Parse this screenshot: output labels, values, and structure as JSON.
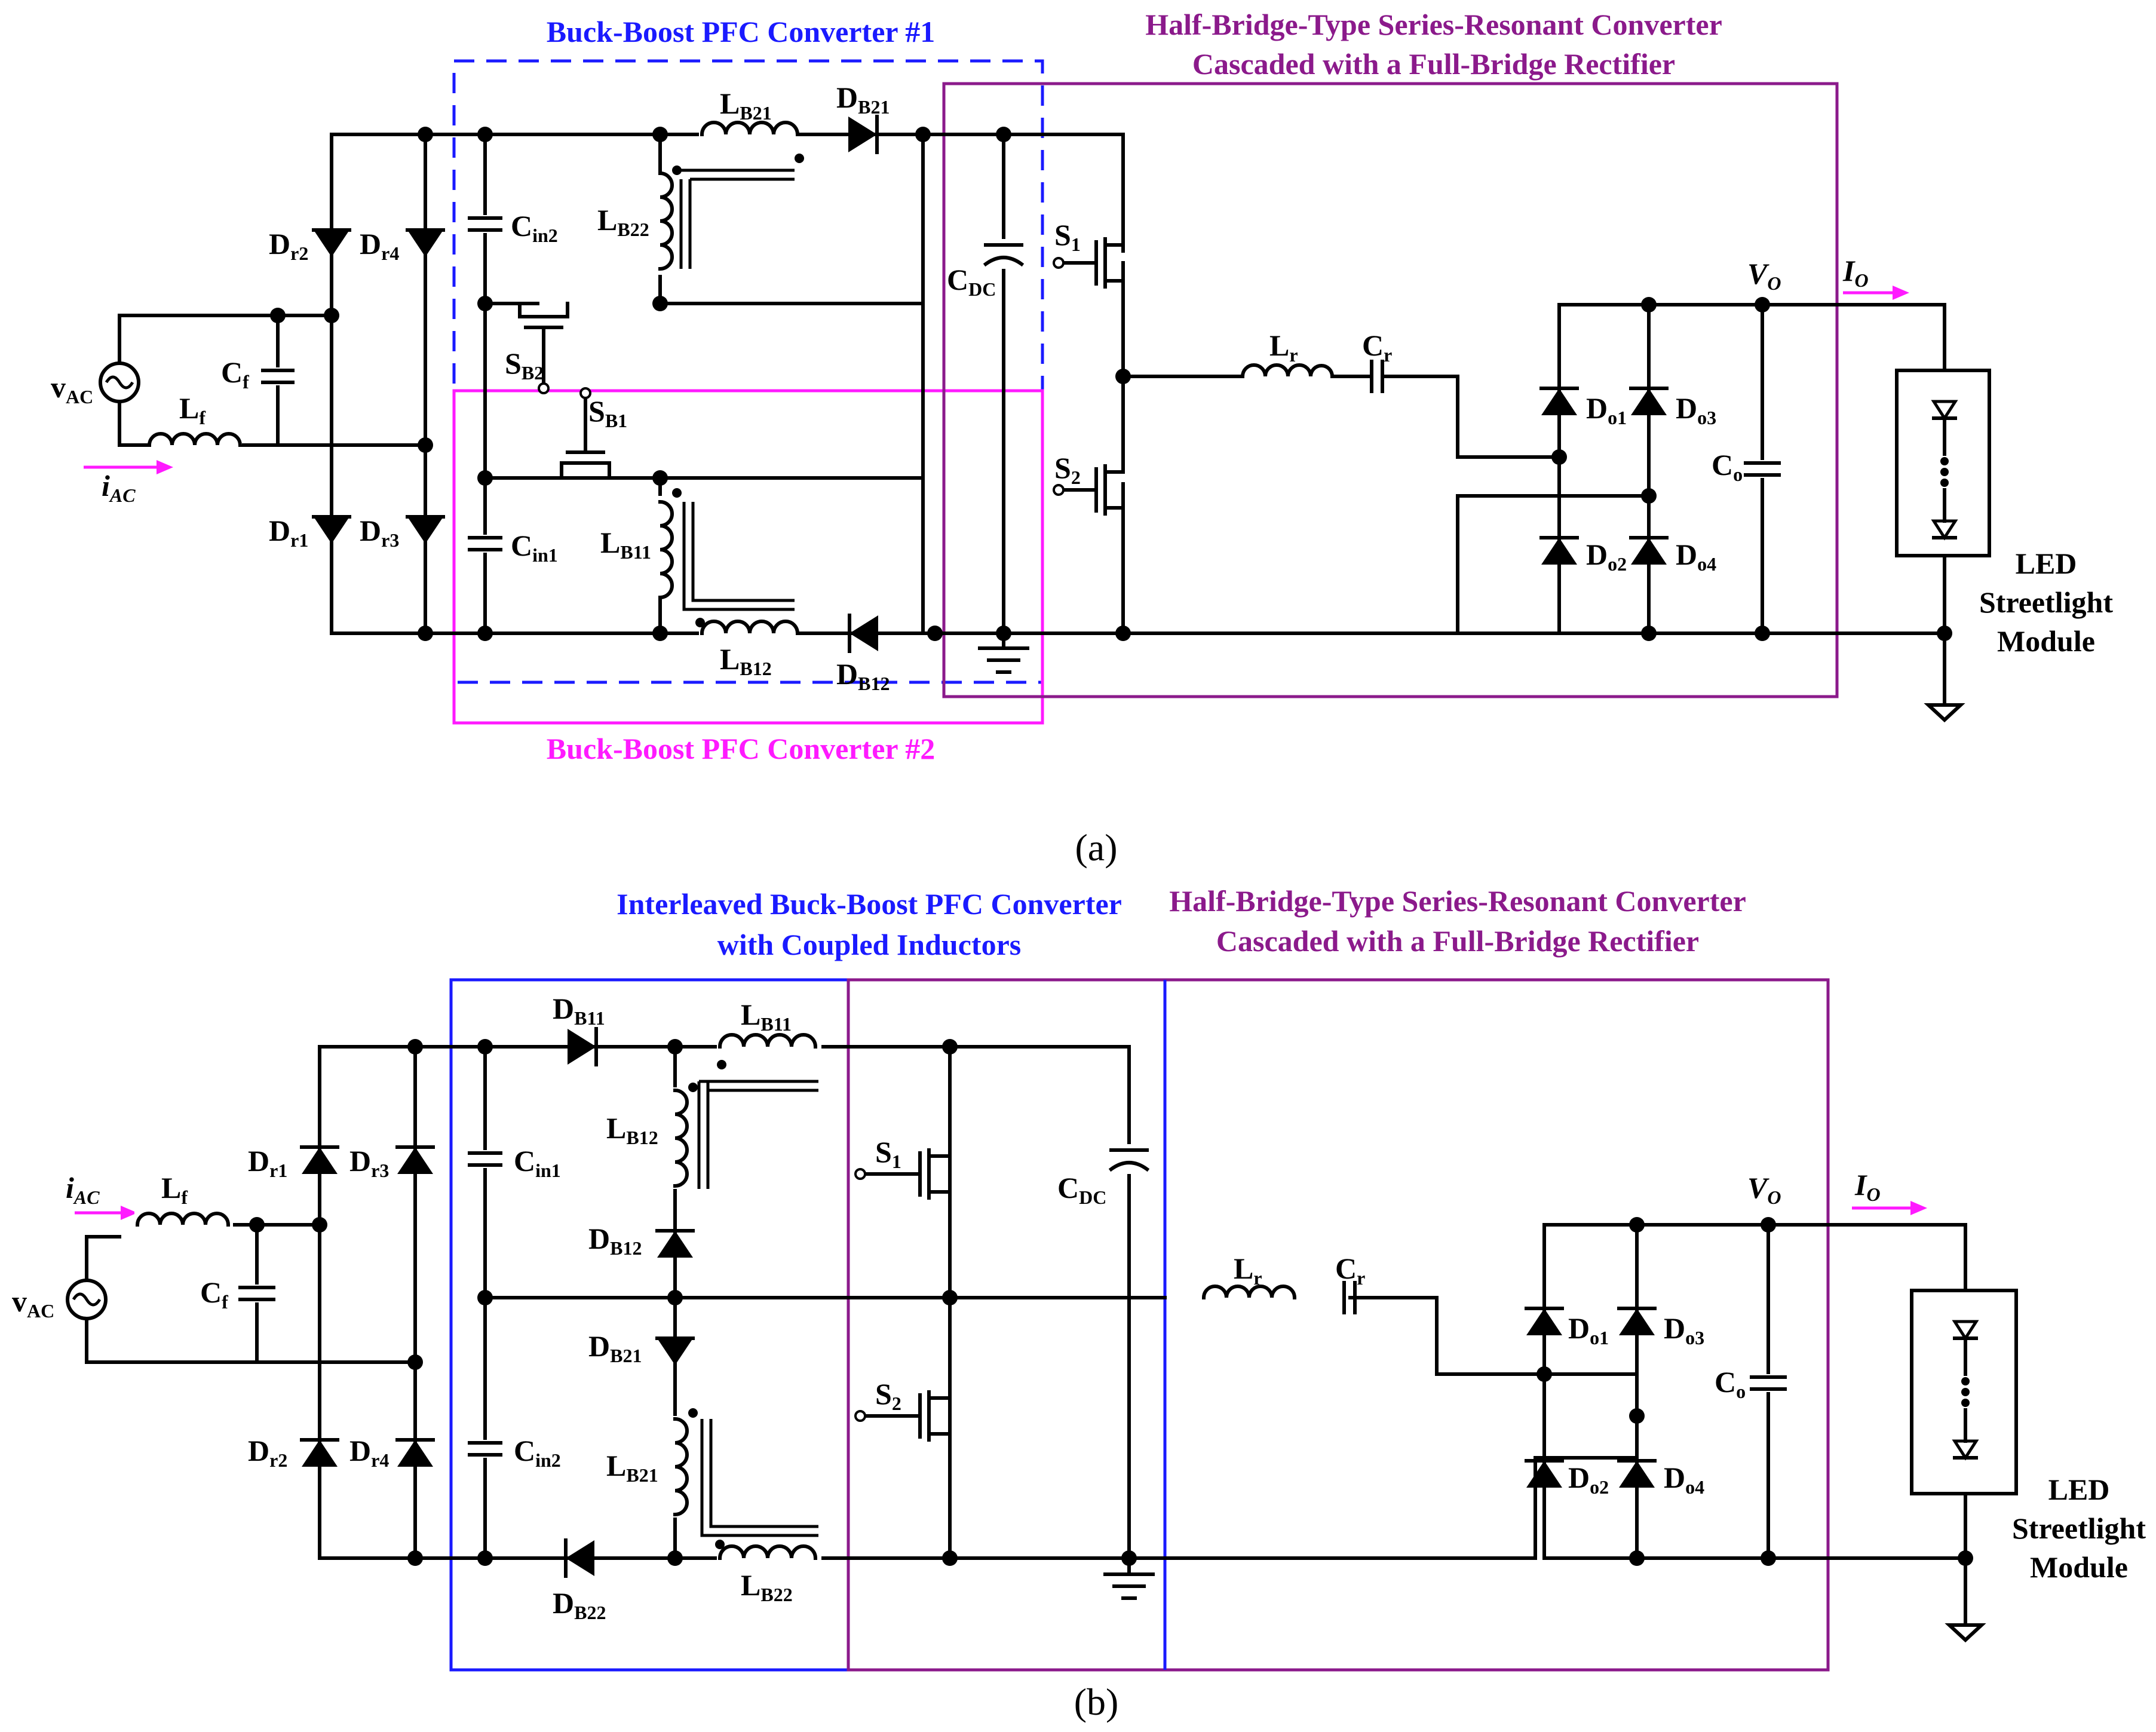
{
  "colors": {
    "blue": "#1a1aff",
    "magenta": "#ff1aff",
    "purple": "#8b1a8b",
    "wire": "#000000"
  },
  "a": {
    "title_pfc1": "Buck-Boost PFC Converter #1",
    "title_pfc2": "Buck-Boost PFC Converter #2",
    "title_hb_line1": "Half-Bridge-Type Series-Resonant Converter",
    "title_hb_line2": "Cascaded with a Full-Bridge Rectifier",
    "caption": "(a)",
    "led_line1": "LED",
    "led_line2": "Streetlight",
    "led_line3": "Module",
    "vac": {
      "main": "v",
      "sub": "AC"
    },
    "iac": {
      "main": "i",
      "sub": "AC"
    },
    "Lf": {
      "main": "L",
      "sub": "f"
    },
    "Cf": {
      "main": "C",
      "sub": "f"
    },
    "Dr1": {
      "main": "D",
      "sub": "r1"
    },
    "Dr2": {
      "main": "D",
      "sub": "r2"
    },
    "Dr3": {
      "main": "D",
      "sub": "r3"
    },
    "Dr4": {
      "main": "D",
      "sub": "r4"
    },
    "Cin1": {
      "main": "C",
      "sub": "in1"
    },
    "Cin2": {
      "main": "C",
      "sub": "in2"
    },
    "SB1": {
      "main": "S",
      "sub": "B1"
    },
    "SB2": {
      "main": "S",
      "sub": "B2"
    },
    "LB11": {
      "main": "L",
      "sub": "B11"
    },
    "LB12": {
      "main": "L",
      "sub": "B12"
    },
    "LB21": {
      "main": "L",
      "sub": "B21"
    },
    "LB22": {
      "main": "L",
      "sub": "B22"
    },
    "DB12": {
      "main": "D",
      "sub": "B12"
    },
    "DB21": {
      "main": "D",
      "sub": "B21"
    },
    "CDC": {
      "main": "C",
      "sub": "DC"
    },
    "S1": {
      "main": "S",
      "sub": "1"
    },
    "S2": {
      "main": "S",
      "sub": "2"
    },
    "Lr": {
      "main": "L",
      "sub": "r"
    },
    "Cr": {
      "main": "C",
      "sub": "r"
    },
    "Do1": {
      "main": "D",
      "sub": "o1"
    },
    "Do2": {
      "main": "D",
      "sub": "o2"
    },
    "Do3": {
      "main": "D",
      "sub": "o3"
    },
    "Do4": {
      "main": "D",
      "sub": "o4"
    },
    "Co": {
      "main": "C",
      "sub": "o"
    },
    "VO": {
      "main": "V",
      "sub": "O"
    },
    "IO": {
      "main": "I",
      "sub": "O"
    }
  },
  "b": {
    "title_pfc_line1": "Interleaved Buck-Boost PFC Converter",
    "title_pfc_line2": "with Coupled Inductors",
    "title_hb_line1": "Half-Bridge-Type Series-Resonant Converter",
    "title_hb_line2": "Cascaded with a Full-Bridge Rectifier",
    "caption": "(b)",
    "led_line1": "LED",
    "led_line2": "Streetlight",
    "led_line3": "Module",
    "vac": {
      "main": "v",
      "sub": "AC"
    },
    "iac": {
      "main": "i",
      "sub": "AC"
    },
    "Lf": {
      "main": "L",
      "sub": "f"
    },
    "Cf": {
      "main": "C",
      "sub": "f"
    },
    "Dr1": {
      "main": "D",
      "sub": "r1"
    },
    "Dr2": {
      "main": "D",
      "sub": "r2"
    },
    "Dr3": {
      "main": "D",
      "sub": "r3"
    },
    "Dr4": {
      "main": "D",
      "sub": "r4"
    },
    "Cin1": {
      "main": "C",
      "sub": "in1"
    },
    "Cin2": {
      "main": "C",
      "sub": "in2"
    },
    "DB11": {
      "main": "D",
      "sub": "B11"
    },
    "DB12": {
      "main": "D",
      "sub": "B12"
    },
    "DB21": {
      "main": "D",
      "sub": "B21"
    },
    "DB22": {
      "main": "D",
      "sub": "B22"
    },
    "LB11": {
      "main": "L",
      "sub": "B11"
    },
    "LB12": {
      "main": "L",
      "sub": "B12"
    },
    "LB21": {
      "main": "L",
      "sub": "B21"
    },
    "LB22": {
      "main": "L",
      "sub": "B22"
    },
    "CDC": {
      "main": "C",
      "sub": "DC"
    },
    "S1": {
      "main": "S",
      "sub": "1"
    },
    "S2": {
      "main": "S",
      "sub": "2"
    },
    "Lr": {
      "main": "L",
      "sub": "r"
    },
    "Cr": {
      "main": "C",
      "sub": "r"
    },
    "Do1": {
      "main": "D",
      "sub": "o1"
    },
    "Do2": {
      "main": "D",
      "sub": "o2"
    },
    "Do3": {
      "main": "D",
      "sub": "o3"
    },
    "Do4": {
      "main": "D",
      "sub": "o4"
    },
    "Co": {
      "main": "C",
      "sub": "o"
    },
    "VO": {
      "main": "V",
      "sub": "O"
    },
    "IO": {
      "main": "I",
      "sub": "O"
    }
  }
}
